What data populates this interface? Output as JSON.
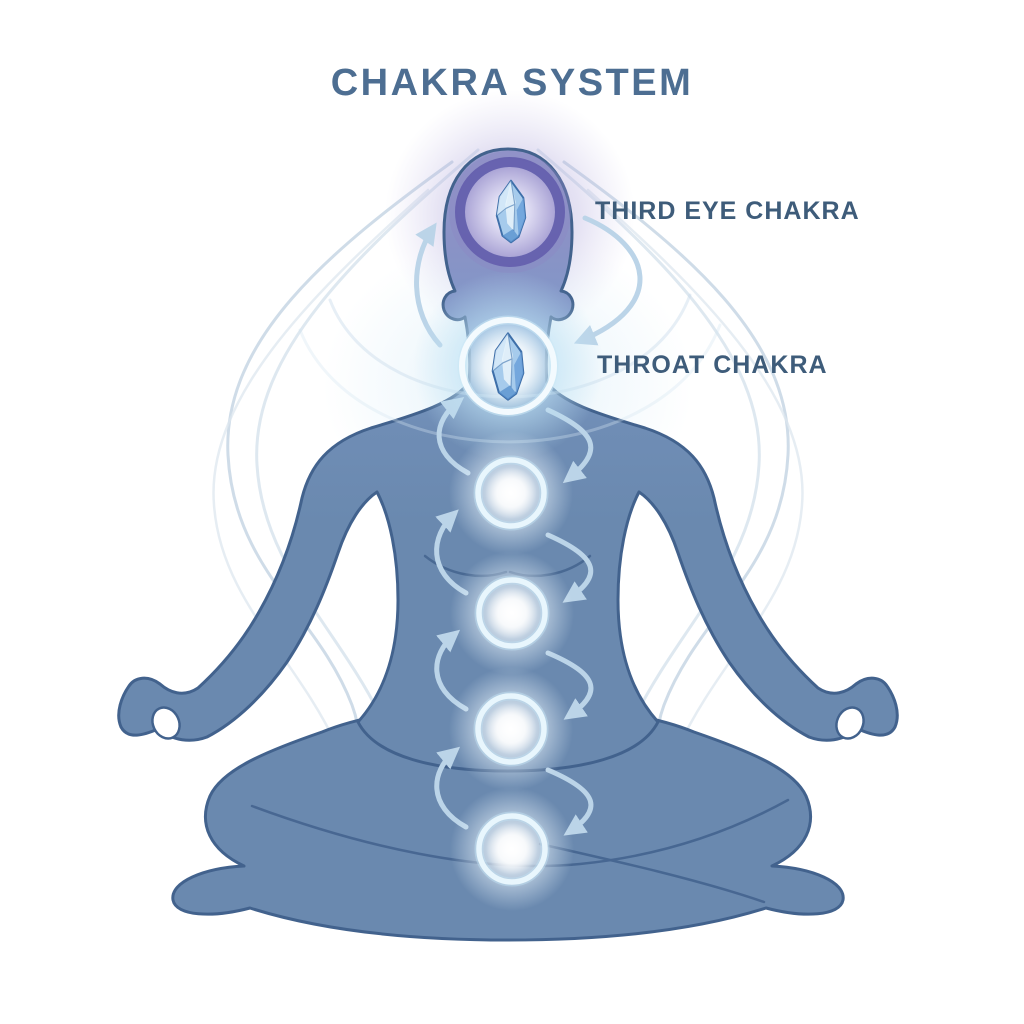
{
  "title": "CHAKRA SYSTEM",
  "diagram": {
    "figure": "meditating-person-lotus-pose",
    "chakras": [
      {
        "id": "third-eye",
        "label": "THIRD EYE CHAKRA",
        "icon": "crystal-icon"
      },
      {
        "id": "throat",
        "label": "THROAT CHAKRA",
        "icon": "crystal-icon"
      },
      {
        "id": "heart",
        "label": "",
        "icon": "glow-circle-icon"
      },
      {
        "id": "solar-plexus",
        "label": "",
        "icon": "glow-circle-icon"
      },
      {
        "id": "sacral",
        "label": "",
        "icon": "glow-circle-icon"
      },
      {
        "id": "root",
        "label": "",
        "icon": "glow-circle-icon"
      }
    ],
    "energy_flow": {
      "right_side_arrows": "down",
      "left_side_arrows": "up"
    }
  },
  "colors": {
    "background": "#FFFFFF",
    "body": "#6A89AF",
    "body_outline": "#42628D",
    "head_ring_purple": "#6560AE",
    "crystal_blue": "#7FB0E0",
    "arrow_blue": "#BBD4E8",
    "title_text": "#4D6E92",
    "label_text": "#3E5C7A"
  }
}
